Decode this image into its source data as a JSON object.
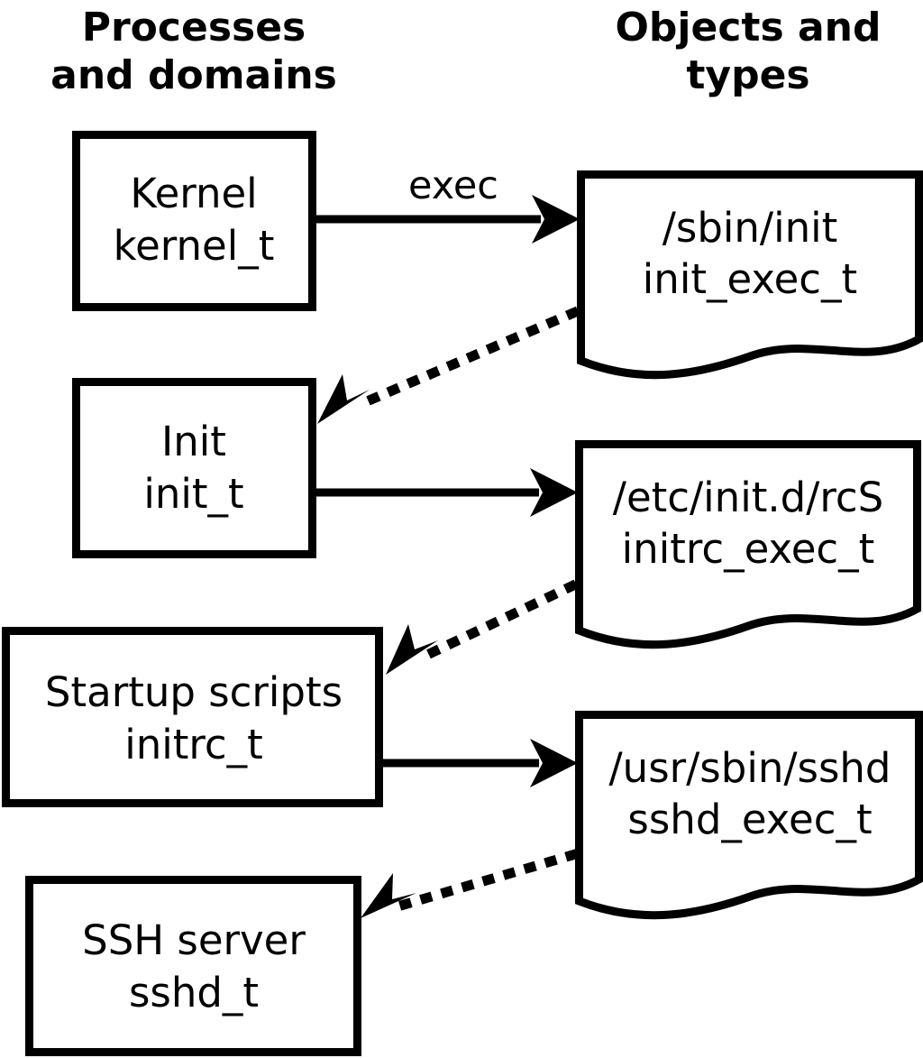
{
  "diagram": {
    "title": "SELinux process domains and object types transition diagram",
    "background_color": "#ffffff",
    "line_color": "#000000",
    "columns": [
      {
        "id": "processes",
        "header_line1": "Processes",
        "header_line2": "and domains"
      },
      {
        "id": "objects",
        "header_line1": "Objects and",
        "header_line2": "types"
      }
    ],
    "process_nodes": [
      {
        "id": "kernel",
        "line1": "Kernel",
        "line2": "kernel_t"
      },
      {
        "id": "init",
        "line1": "Init",
        "line2": "init_t"
      },
      {
        "id": "initrc",
        "line1": "Startup scripts",
        "line2": "initrc_t"
      },
      {
        "id": "sshd",
        "line1": "SSH server",
        "line2": "sshd_t"
      }
    ],
    "object_nodes": [
      {
        "id": "init_exec",
        "line1": "/sbin/init",
        "line2": "init_exec_t"
      },
      {
        "id": "initrc_exec",
        "line1": "/etc/init.d/rcS",
        "line2": "initrc_exec_t"
      },
      {
        "id": "sshd_exec",
        "line1": "/usr/sbin/sshd",
        "line2": "sshd_exec_t"
      }
    ],
    "edges": [
      {
        "id": "kernel-exec-init_exec",
        "style": "solid",
        "label": "exec",
        "from": "kernel",
        "to": "init_exec"
      },
      {
        "id": "init_exec-transition-init",
        "style": "dotted",
        "label": "",
        "from": "init_exec",
        "to": "init"
      },
      {
        "id": "init-exec-initrc_exec",
        "style": "solid",
        "label": "",
        "from": "init",
        "to": "initrc_exec"
      },
      {
        "id": "initrc_exec-transition-initrc",
        "style": "dotted",
        "label": "",
        "from": "initrc_exec",
        "to": "initrc"
      },
      {
        "id": "initrc-exec-sshd_exec",
        "style": "solid",
        "label": "",
        "from": "initrc",
        "to": "sshd_exec"
      },
      {
        "id": "sshd_exec-transition-sshd",
        "style": "dotted",
        "label": "",
        "from": "sshd_exec",
        "to": "sshd"
      }
    ]
  }
}
